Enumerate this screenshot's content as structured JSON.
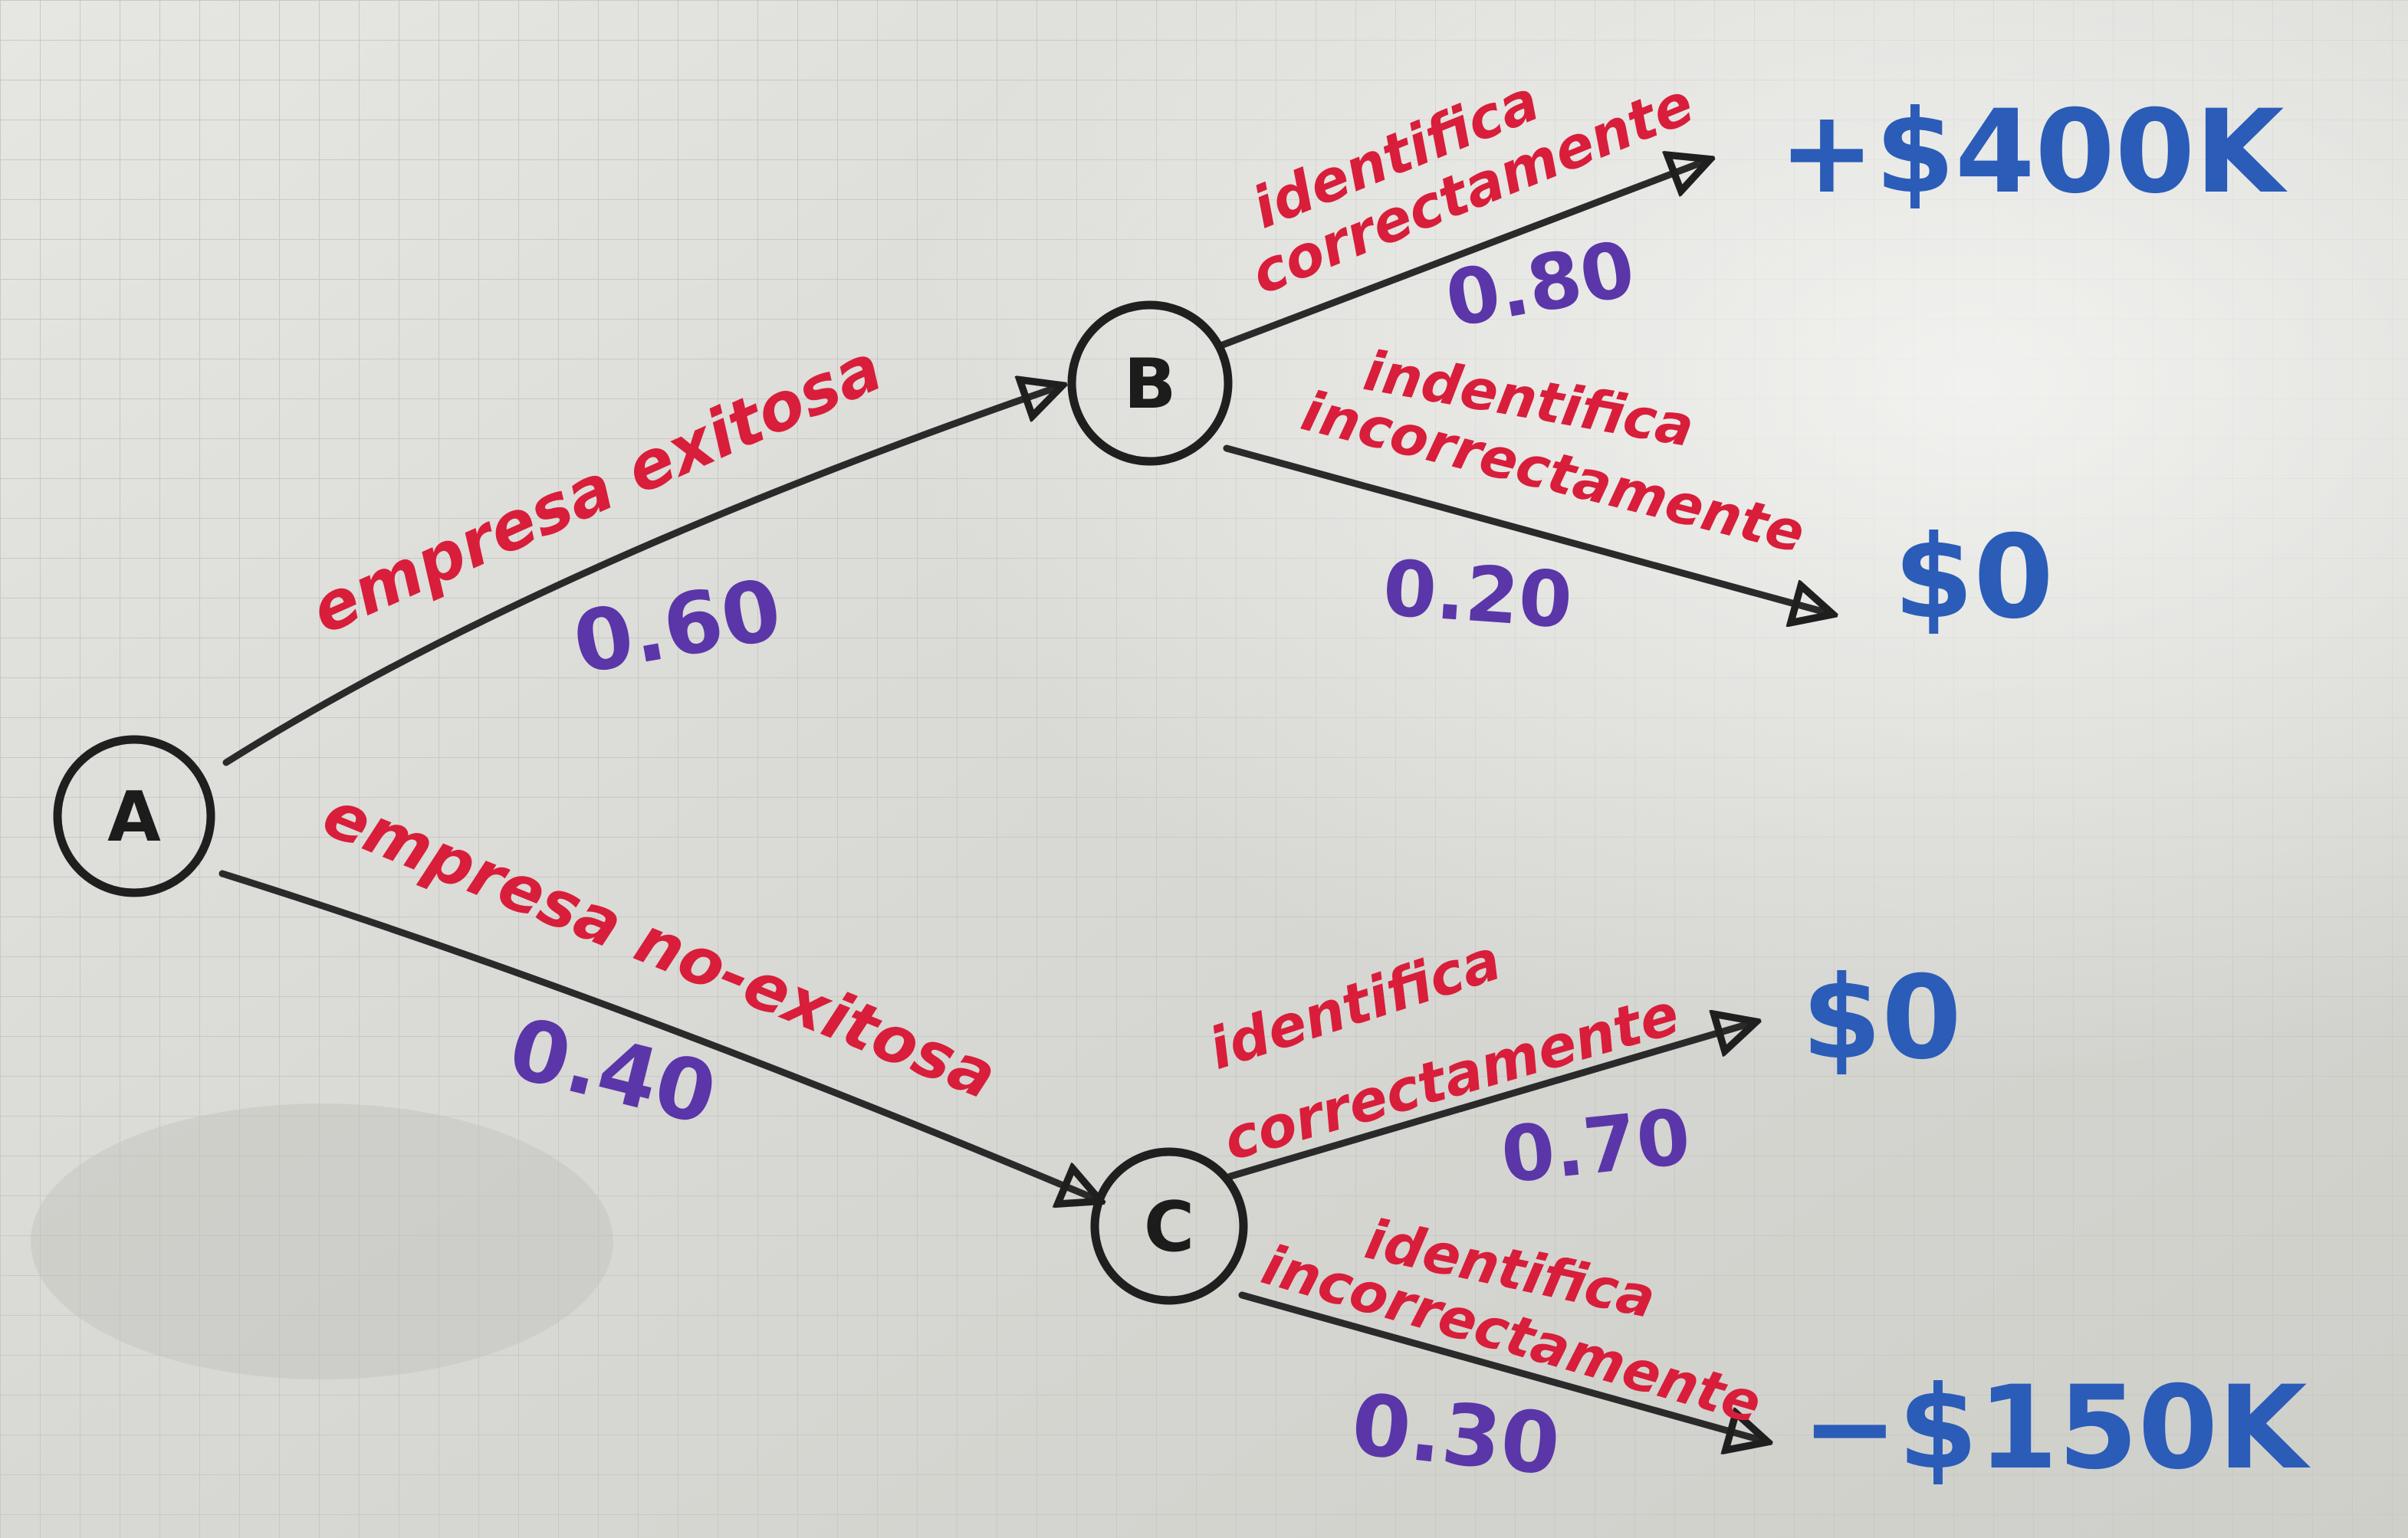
{
  "nodes": {
    "a": "A",
    "b": "B",
    "c": "C"
  },
  "edges": {
    "a_b": {
      "label": "empresa exitosa",
      "probability": "0.60"
    },
    "a_c": {
      "label": "empresa no-exitosa",
      "probability": "0.40"
    },
    "b_top": {
      "label_line1": "identifica",
      "label_line2": "correctamente",
      "probability": "0.80"
    },
    "b_bottom": {
      "label_line1": "indentifica",
      "label_line2": "incorrectamente",
      "probability": "0.20"
    },
    "c_top": {
      "label_line1": "identifica",
      "label_line2": "correctamente",
      "probability": "0.70"
    },
    "c_bottom": {
      "label_line1": "identifica",
      "label_line2": "incorrectamente",
      "probability": "0.30"
    }
  },
  "outcomes": {
    "b_top": "+$400K",
    "b_bottom": "$0",
    "c_top": "$0",
    "c_bottom": "−$150K"
  },
  "colors": {
    "board": "#dcdcd8",
    "edge_label": "#d81e3a",
    "probability": "#5a36a8",
    "outcome": "#2a5cb8",
    "ink": "#1f1f1f"
  }
}
